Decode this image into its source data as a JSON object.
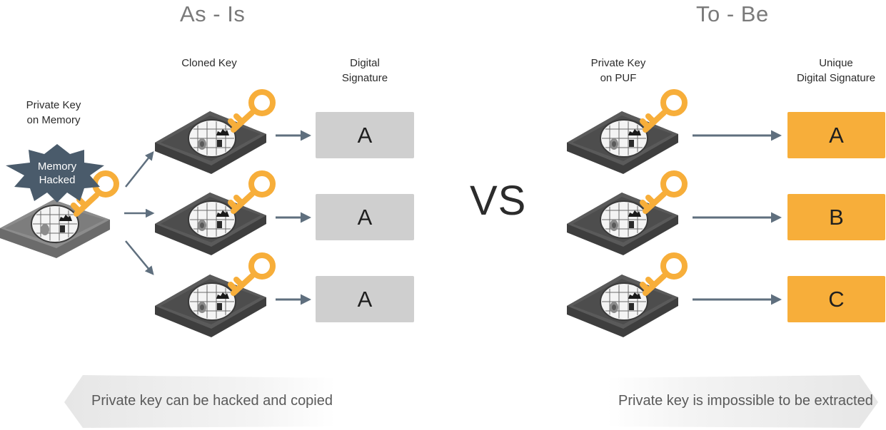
{
  "left_panel": {
    "title": "As - Is",
    "col_cloned": "Cloned Key",
    "col_signature_line1": "Digital",
    "col_signature_line2": "Signature",
    "source_line1": "Private Key",
    "source_line2": "on Memory",
    "burst_line1": "Memory",
    "burst_line2": "Hacked",
    "signatures": [
      "A",
      "A",
      "A"
    ],
    "banner": "Private key can be hacked and copied"
  },
  "center": {
    "vs": "VS"
  },
  "right_panel": {
    "title": "To - Be",
    "col_key_line1": "Private Key",
    "col_key_line2": "on PUF",
    "col_signature_line1": "Unique",
    "col_signature_line2": "Digital Signature",
    "signatures": [
      "A",
      "B",
      "C"
    ],
    "banner": "Private key is impossible to be extracted"
  },
  "colors": {
    "chip_dark": "#4d4d4d",
    "chip_light": "#7d7d7d",
    "key": "#f7ae3a",
    "arrow": "#5f6f7e",
    "burst": "#4a5b6b",
    "sig_gray": "#cfcfcf",
    "sig_orange": "#f7ae3a"
  }
}
